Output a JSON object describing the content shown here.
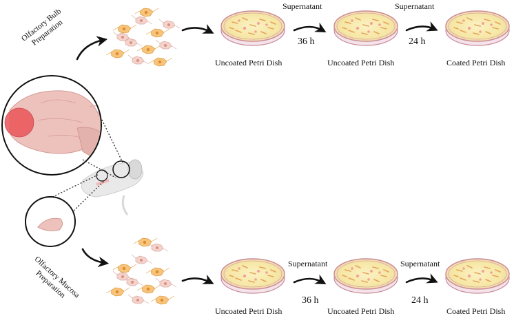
{
  "top_row": {
    "title": [
      "Olfactory Bulb",
      "Preparation"
    ],
    "step1_label": "Supernatant",
    "step1_time": "36 h",
    "step2_label": "Supernatant",
    "step2_time": "24 h",
    "dish1": "Uncoated Petri Dish",
    "dish2": "Uncoated Petri Dish",
    "dish3": "Coated Petri Dish"
  },
  "bottom_row": {
    "title": [
      "Olfactory Mucosa",
      "Preparation"
    ],
    "step1_label": "Supernatant",
    "step1_time": "36 h",
    "step2_label": "Supernatant",
    "step2_time": "24 h",
    "dish1": "Uncoated Petri Dish",
    "dish2": "Uncoated Petri Dish",
    "dish3": "Coated Petri Dish"
  },
  "colors": {
    "dish_rim": "#c98a9a",
    "dish_fill": "#f7eaa8",
    "cell_a": "#f3b15a",
    "cell_b": "#efc7c0",
    "brain": "#e9b9b4",
    "highlight": "#e8555a",
    "rat": "#e6e6e6"
  }
}
